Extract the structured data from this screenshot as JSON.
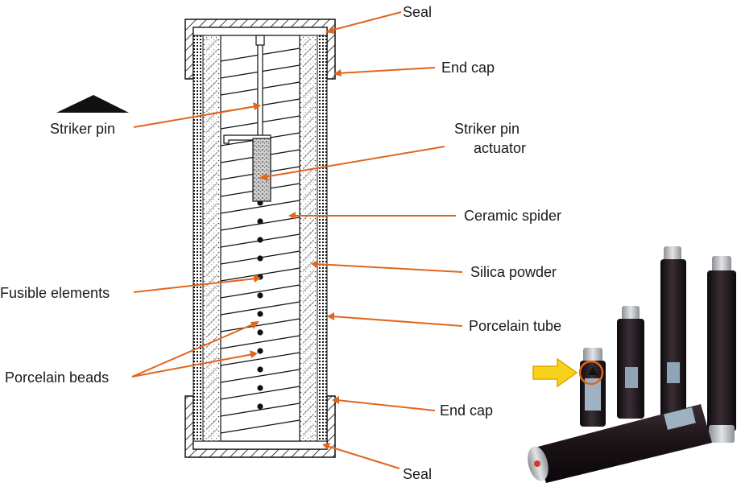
{
  "labels": {
    "seal_top": "Seal",
    "end_cap_top": "End cap",
    "striker_pin": "Striker pin",
    "striker_pin_actuator_line1": "Striker pin",
    "striker_pin_actuator_line2": "actuator",
    "ceramic_spider": "Ceramic spider",
    "silica_powder": "Silica powder",
    "fusible_elements": "Fusible elements",
    "porcelain_tube": "Porcelain tube",
    "porcelain_beads": "Porcelain beads",
    "end_cap_bottom": "End cap",
    "seal_bottom": "Seal"
  },
  "colors": {
    "leader": "#e0661c",
    "outline": "#111111",
    "fuse_body": "#1c1418",
    "fuse_cap": "#b9bcc0",
    "pointer_arrow": "#f6d21a",
    "highlight_ring": "#e0661c"
  }
}
